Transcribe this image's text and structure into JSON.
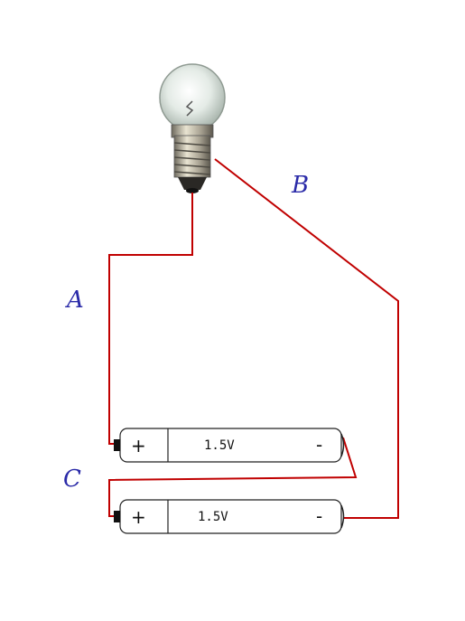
{
  "labels": {
    "wire_a": "A",
    "wire_b": "B",
    "wire_c": "C"
  },
  "batteries": [
    {
      "plus": "+",
      "voltage": "1.5V",
      "minus": "-"
    },
    {
      "plus": "+",
      "voltage": "1.5V",
      "minus": "-"
    }
  ],
  "colors": {
    "wire": "#c00000",
    "label": "#2a2aa8",
    "battery_outline": "#222222"
  }
}
